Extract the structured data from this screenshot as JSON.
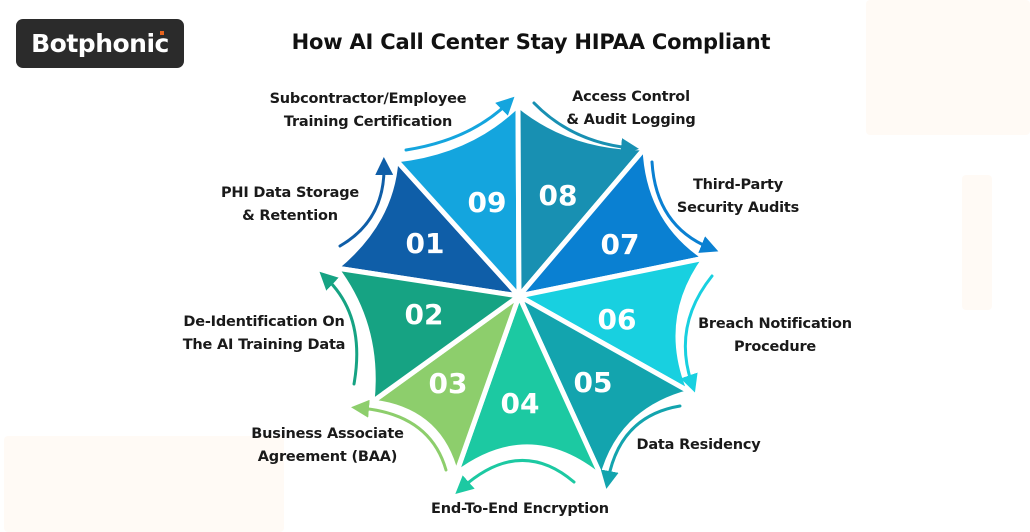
{
  "brand": {
    "logo_text": "Botphonic",
    "accent_color": "#e9641e",
    "logo_bg": "#2b2b2b"
  },
  "title": "How AI Call Center Stay HIPAA Compliant",
  "segments": [
    {
      "number": "01",
      "label_line1": "PHI Data Storage",
      "label_line2": "& Retention",
      "color": "#0f5ea8"
    },
    {
      "number": "02",
      "label_line1": "De-Identification On",
      "label_line2": "The AI Training Data",
      "color": "#16a383"
    },
    {
      "number": "03",
      "label_line1": "Business Associate",
      "label_line2": "Agreement (BAA)",
      "color": "#8dce6c"
    },
    {
      "number": "04",
      "label_line1": "End-To-End Encryption",
      "label_line2": "",
      "color": "#1cc9a2"
    },
    {
      "number": "05",
      "label_line1": "Data Residency",
      "label_line2": "",
      "color": "#13a4ae"
    },
    {
      "number": "06",
      "label_line1": "Breach Notification",
      "label_line2": "Procedure",
      "color": "#18d0e0"
    },
    {
      "number": "07",
      "label_line1": "Third-Party",
      "label_line2": "Security Audits",
      "color": "#0a80d2"
    },
    {
      "number": "08",
      "label_line1": "Access Control",
      "label_line2": "& Audit Logging",
      "color": "#1890b2"
    },
    {
      "number": "09",
      "label_line1": "Subcontractor/Employee",
      "label_line2": "Training Certification",
      "color": "#14a5de"
    }
  ]
}
